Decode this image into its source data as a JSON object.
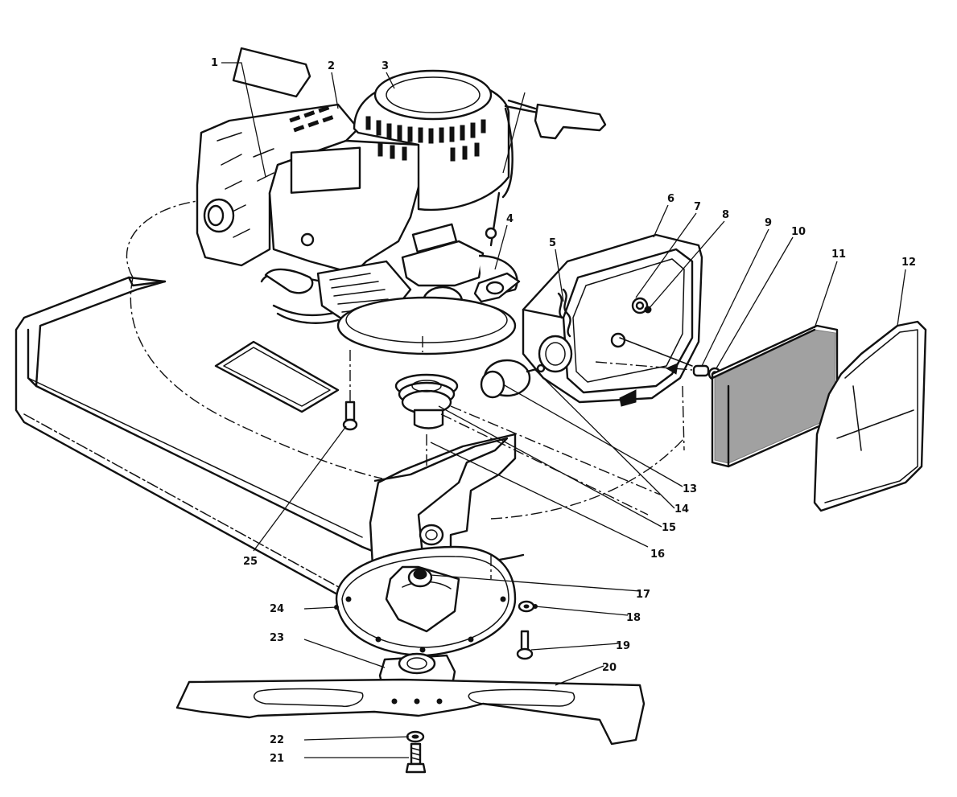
{
  "callouts": [
    {
      "id": "c1",
      "text": "1"
    },
    {
      "id": "c2",
      "text": "2"
    },
    {
      "id": "c3",
      "text": "3"
    },
    {
      "id": "c4",
      "text": "4"
    },
    {
      "id": "c5",
      "text": "5"
    },
    {
      "id": "c6",
      "text": "6"
    },
    {
      "id": "c7",
      "text": "7"
    },
    {
      "id": "c8",
      "text": "8"
    },
    {
      "id": "c9",
      "text": "9"
    },
    {
      "id": "c10",
      "text": "10"
    },
    {
      "id": "c11",
      "text": "11"
    },
    {
      "id": "c12",
      "text": "12"
    },
    {
      "id": "c13",
      "text": "13"
    },
    {
      "id": "c14",
      "text": "14"
    },
    {
      "id": "c15",
      "text": "15"
    },
    {
      "id": "c16",
      "text": "16"
    },
    {
      "id": "c17",
      "text": "17"
    },
    {
      "id": "c18",
      "text": "18"
    },
    {
      "id": "c19",
      "text": "19"
    },
    {
      "id": "c20",
      "text": "20"
    },
    {
      "id": "c21",
      "text": "21"
    },
    {
      "id": "c22",
      "text": "22"
    },
    {
      "id": "c23",
      "text": "23"
    },
    {
      "id": "c24",
      "text": "24"
    },
    {
      "id": "c25",
      "text": "25"
    }
  ]
}
